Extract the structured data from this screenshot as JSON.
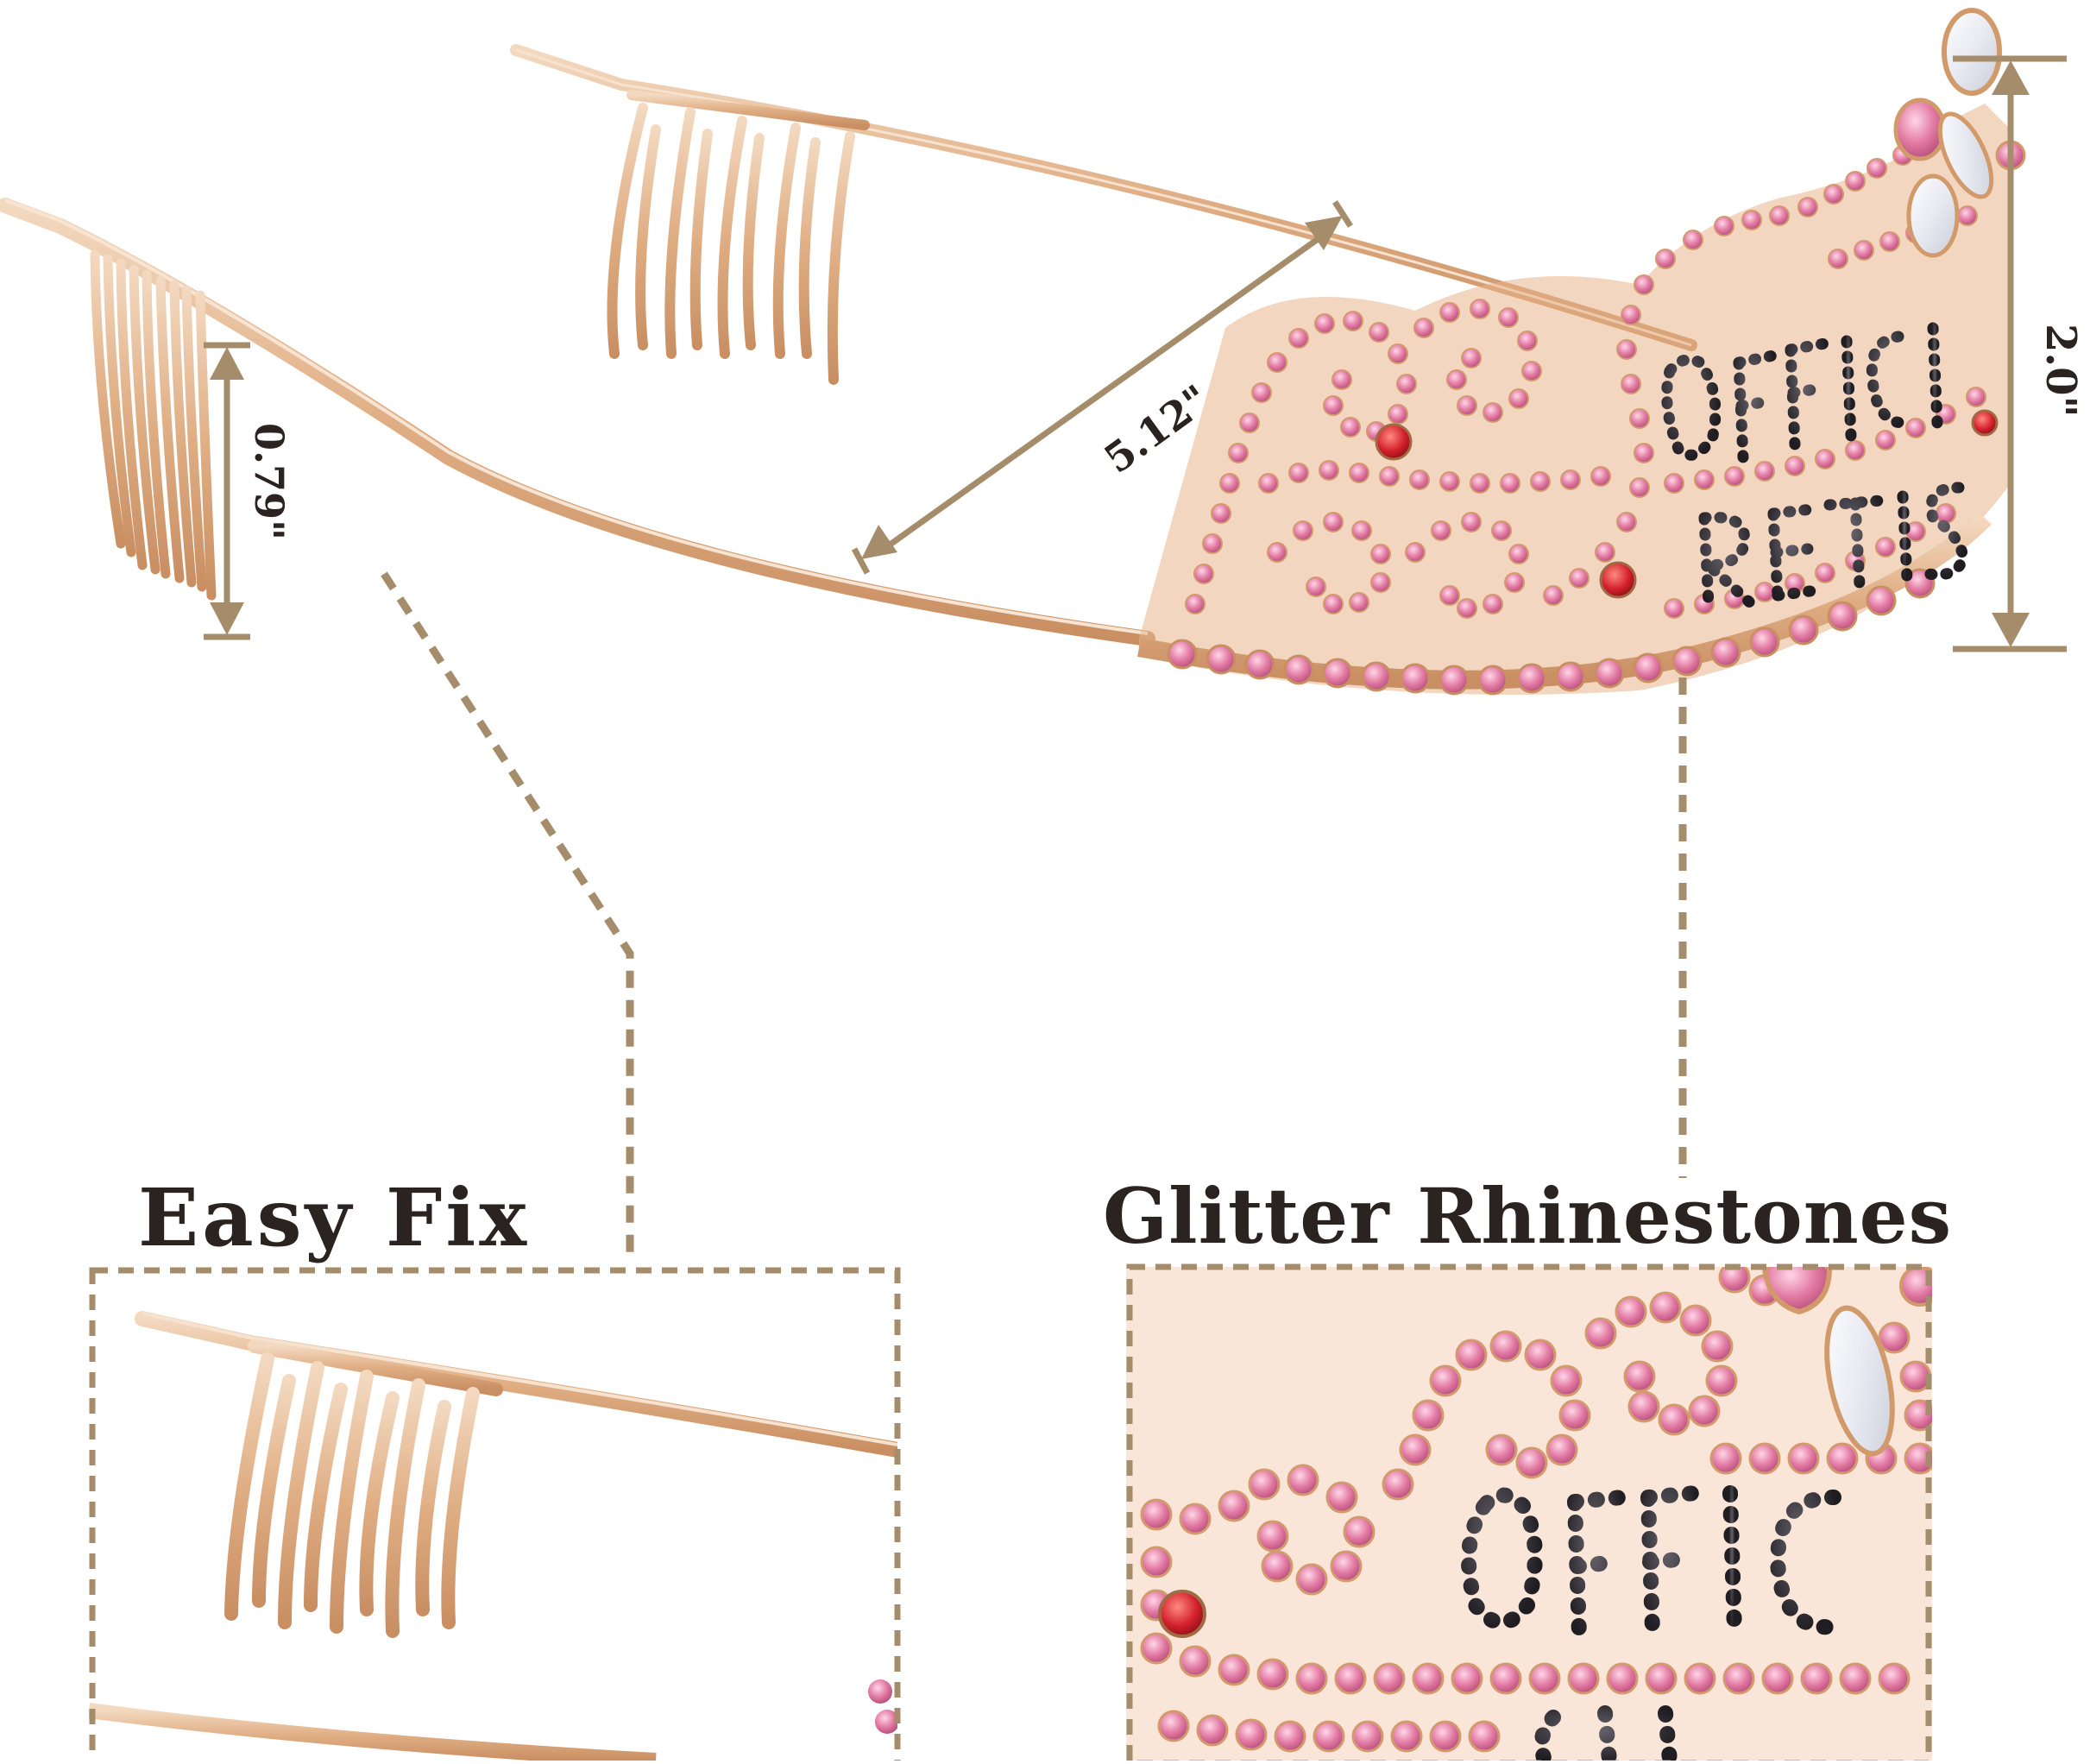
{
  "dimensions": {
    "band_length": "5.12\"",
    "comb_height": "0.79\"",
    "crown_height": "2.0\""
  },
  "callouts": {
    "easy_fix": "Easy Fix",
    "glitter_rhinestones": "Glitter Rhinestones"
  },
  "tiara_text": {
    "line1": "OFFICIALLY",
    "line2": "RETIRED",
    "detail_fragment": "OFFIC"
  },
  "colors": {
    "gold": "#d9a67c",
    "gold_light": "#f1d2b4",
    "annotation": "#a58d6c",
    "pink_rhinestone": "#d8729a",
    "red_rhinestone": "#cc1f2a",
    "black_rhinestone": "#2e2b2e",
    "label_text": "#2a2320"
  }
}
